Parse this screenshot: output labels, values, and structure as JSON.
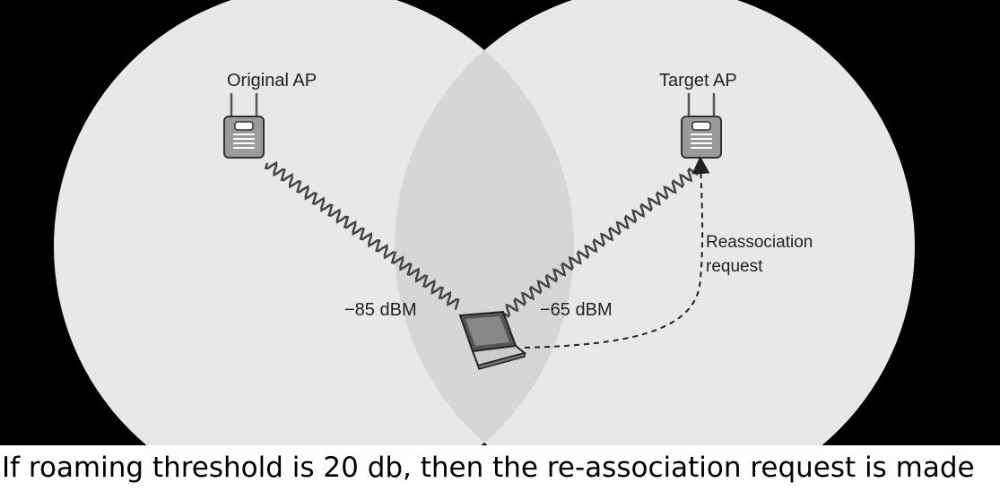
{
  "diagram": {
    "original_ap_label": "Original AP",
    "target_ap_label": "Target AP",
    "original_signal": "−85 dBM",
    "target_signal": "−65 dBM",
    "reassociation_line1": "Reassociation",
    "reassociation_line2": "request",
    "icons": [
      "access-point-icon",
      "laptop-icon"
    ]
  },
  "caption": "If roaming threshold is 20 db, then the re-association request is made"
}
